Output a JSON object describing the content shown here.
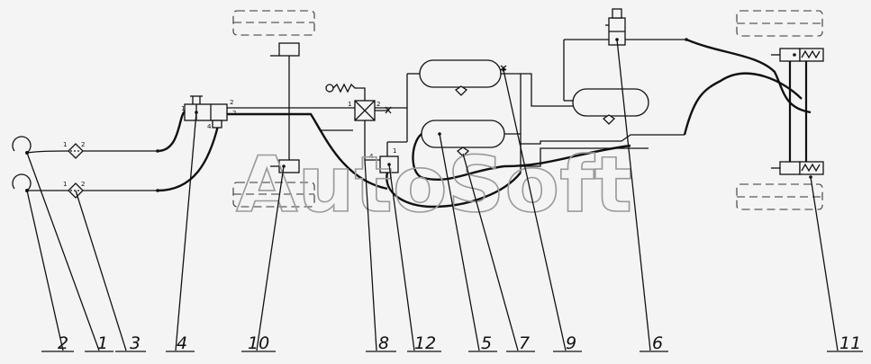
{
  "watermark": "AutoSoft",
  "callouts": [
    {
      "id": "c2",
      "label": "2"
    },
    {
      "id": "c1",
      "label": "1"
    },
    {
      "id": "c3",
      "label": "3"
    },
    {
      "id": "c4",
      "label": "4"
    },
    {
      "id": "c10",
      "label": "10"
    },
    {
      "id": "c8",
      "label": "8"
    },
    {
      "id": "c12",
      "label": "12"
    },
    {
      "id": "c5",
      "label": "5"
    },
    {
      "id": "c7",
      "label": "7"
    },
    {
      "id": "c9",
      "label": "9"
    },
    {
      "id": "c6",
      "label": "6"
    },
    {
      "id": "c11",
      "label": "11"
    }
  ],
  "ports": {
    "f1_in": "1",
    "f1_out": "2",
    "f2_in": "1",
    "f2_out": "2",
    "v4_1": "1",
    "v4_2a": "2",
    "v4_2b": "2",
    "v4_4": "4",
    "v8_1": "1",
    "v8_2": "2",
    "v12_1": "1",
    "v12_4": "4"
  }
}
